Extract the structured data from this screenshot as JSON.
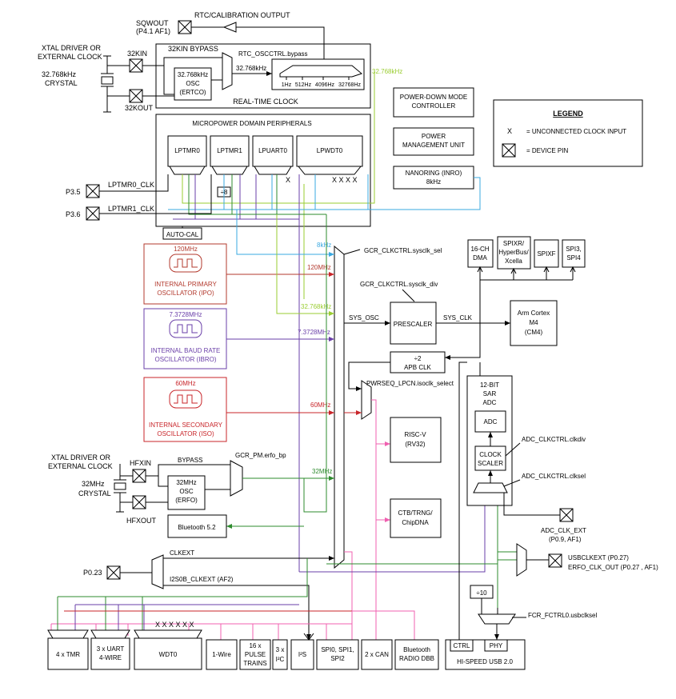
{
  "colors": {
    "ipo": "#b33a2e",
    "ibro": "#6a3fa8",
    "iso": "#c8252a",
    "green": "#2e8b2e",
    "lime": "#9acd32",
    "blue": "#3aa8e0",
    "pink": "#f060b0",
    "black": "#000000"
  },
  "top": {
    "sqwout": "SQWOUT",
    "sqwout_af": "(P4.1 AF1)",
    "rtc_output": "RTC/CALIBRATION OUTPUT",
    "xtal1": "XTAL DRIVER OR",
    "xtal2": "EXTERNAL CLOCK",
    "crystal_freq": "32.768kHz",
    "crystal": "CRYSTAL",
    "pin_32kin": "32KIN",
    "pin_32kout": "32KOUT",
    "bypass": "32KIN BYPASS",
    "ertco_1": "32.768kHz",
    "ertco_2": "OSC",
    "ertco_3": "(ERTCO)",
    "rtc_bypass": "RTC_OSCCTRL.bypass",
    "rtc_freq": "32.768kHz",
    "rtc_taps": [
      "1Hz",
      "512Hz",
      "4096Hz",
      "32768Hz"
    ],
    "rtc_label": "REAL-TIME CLOCK",
    "out_32k": "32.768kHz"
  },
  "right_boxes": {
    "pdm": [
      "POWER-DOWN MODE",
      "CONTROLLER"
    ],
    "pmu": [
      "POWER",
      "MANAGEMENT UNIT"
    ],
    "inro": [
      "NANORING (INRO)",
      "8kHz"
    ]
  },
  "legend": {
    "title": "LEGEND",
    "x_mark": "X",
    "x_text": "= UNCONNECTED CLOCK INPUT",
    "pin_text": "= DEVICE PIN"
  },
  "micropower": {
    "title": "MICROPOWER DOMAIN PERIPHERALS",
    "blocks": [
      "LPTMR0",
      "LPTMR1",
      "LPUART0",
      "LPWDT0"
    ],
    "div8": "÷8",
    "p35": "P3.5",
    "p36": "P3.6",
    "lptmr0_clk": "LPTMR0_CLK",
    "lptmr1_clk": "LPTMR1_CLK",
    "autocal": "AUTO-CAL"
  },
  "oscillators": {
    "ipo_freq": "120MHz",
    "ipo_1": "INTERNAL PRIMARY",
    "ipo_2": "OSCILLATOR (IPO)",
    "ibro_freq": "7.3728MHz",
    "ibro_1": "INTERNAL BAUD RATE",
    "ibro_2": "OSCILLATOR (IBRO)",
    "iso_freq": "60MHz",
    "iso_1": "INTERNAL SECONDARY",
    "iso_2": "OSCILLATOR (ISO)"
  },
  "mux_inputs": {
    "k8": "8kHz",
    "m120": "120MHz",
    "k32": "32.768kHz",
    "m7": "7.3728MHz",
    "m60": "60MHz",
    "m32": "32MHz"
  },
  "center": {
    "sysclk_sel": "GCR_CLKCTRL.sysclk_sel",
    "sysclk_div": "GCR_CLKCTRL.sysclk_div",
    "sys_osc": "SYS_OSC",
    "prescaler": "PRESCALER",
    "sys_clk": "SYS_CLK",
    "arm_1": "Arm Cortex",
    "arm_2": "M4",
    "arm_3": "(CM4)",
    "apb_1": "÷2",
    "apb_2": "APB CLK",
    "pwrseq": "PWRSEQ_LPCN.isoclk_select",
    "riscv_1": "RISC-V",
    "riscv_2": "(RV32)",
    "ctb_1": "CTB/TRNG/",
    "ctb_2": "ChipDNA",
    "dma": [
      "16-CH",
      "DMA"
    ],
    "spixr": [
      "SPIXR/",
      "HyperBus/",
      "Xcella"
    ],
    "spixf": "SPIXF",
    "spi34": [
      "SPI3,",
      "SPI4"
    ]
  },
  "hf": {
    "xtal1": "XTAL DRIVER OR",
    "xtal2": "EXTERNAL CLOCK",
    "crystal_freq": "32MHz",
    "crystal": "CRYSTAL",
    "hfxin": "HFXIN",
    "hfxout": "HFXOUT",
    "bypass": "BYPASS",
    "erfo_bp": "GCR_PM.erfo_bp",
    "erfo_1": "32MHz",
    "erfo_2": "OSC",
    "erfo_3": "(ERFO)",
    "bluetooth": "Bluetooth 5.2",
    "p023": "P0.23",
    "clkext": "CLKEXT",
    "i2s_clkext": "I2S0B_CLKEXT (AF2)"
  },
  "adc": {
    "title": [
      "12-BIT",
      "SAR",
      "ADC"
    ],
    "adc": "ADC",
    "clock_scaler": [
      "CLOCK",
      "SCALER"
    ],
    "clkdiv": "ADC_CLKCTRL.clkdiv",
    "clksel": "ADC_CLKCTRL.clksel",
    "clk_ext": "ADC_CLK_EXT",
    "clk_ext_af": "(P0.9, AF1)"
  },
  "usb": {
    "usbclkext": "USBCLKEXT (P0.27)",
    "erfo_clk_out": "ERFO_CLK_OUT (P0.27 , AF1)",
    "div10": "÷10",
    "fcr": "FCR_FCTRL0.usbclksel",
    "ctrl": "CTRL",
    "phy": "PHY",
    "hs_usb": "HI-SPEED USB 2.0"
  },
  "bottom": {
    "tmr": "4 x TMR",
    "uart_1": "3 x UART",
    "uart_2": "4-WIRE",
    "wdt": "WDT0",
    "onewire": "1-Wire",
    "pulse_1": "16 x",
    "pulse_2": "PULSE",
    "pulse_3": "TRAINS",
    "i2c_1": "3 x",
    "i2c_2": "I²C",
    "i2s": "I²S",
    "spi_1": "SPI0, SPI1,",
    "spi_2": "SPI2",
    "can": "2 x CAN",
    "brdbb_1": "Bluetooth",
    "brdbb_2": "RADIO DBB"
  }
}
